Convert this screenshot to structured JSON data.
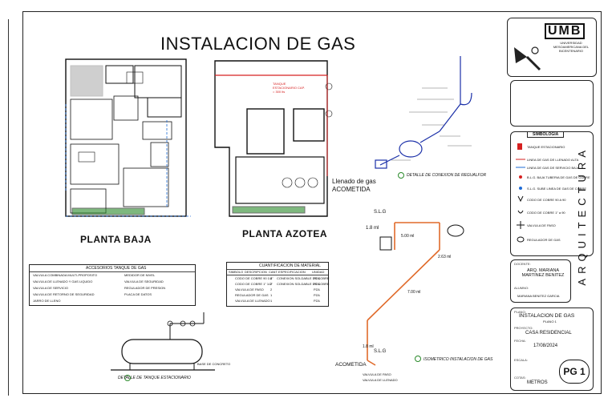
{
  "sheet": {
    "title": "INSTALACION DE GAS"
  },
  "plans": {
    "planta_baja": "PLANTA BAJA",
    "planta_azotea": "PLANTA AZOTEA",
    "tanque_note": "TANQUE ESTACIONARIO CAP. = 300 lts",
    "llenado": "Llenado de gas",
    "acometida": "ACOMETIDA"
  },
  "details": {
    "regulador_caption": "DETALLE DE CONEXION DE REGUALFOR",
    "isometrico_caption": "ISOMETRICO INSTALACION DE GAS",
    "tanque_caption": "DETALLE DE TANQUE ESTACIONARIO",
    "base_concreto": "BASE DE CONCRETO",
    "iso_labels": {
      "slg_top": "S.L.G",
      "slg_bottom": "S.L.G",
      "d1": "1.8 ml",
      "d2": "5.00 ml",
      "d3": "2.63 ml",
      "d4": "7.00 ml",
      "d5": "1.8 ml",
      "acometida": "ACOMETIDA",
      "valvula_paso": "VALVULA DE PASO",
      "valvula_llenado": "VALVULA DE LLENADO"
    }
  },
  "accessories_table": {
    "title": "ACCESORIOS TANQUE DE GAS",
    "left": [
      "VALVULA COMBINADA MULTI-PROPOSITO",
      "VALVULA DE LLENADO Y GAS LIQUIDO",
      "VALVULA DE SERVICIO",
      "VALVULA DE RETORNO DE SEGURIDAD",
      "JARRO DE LLENO"
    ],
    "right": [
      "MEDIDOR DE NIVEL",
      "VALVULA DE SEGURIDAD",
      "REGULADOR DE PRESION",
      "PLACA DE DATOS"
    ]
  },
  "materials_table": {
    "title": "CUANTIFICACION DE MATERIAL",
    "headers": [
      "SIMBOLO",
      "DESCRIPCION",
      "CANT.",
      "ESPECIFICACION",
      "UNIDAD"
    ],
    "rows": [
      [
        "",
        "CODO DE COBRE 90 1/2\"",
        "4",
        "CONEXION SOLDABLE DE COBRE",
        "PZA"
      ],
      [
        "",
        "CODO DE COBRE 1\" 1/2\"",
        "2",
        "CONEXION SOLDABLE DE COBRE",
        "PZA"
      ],
      [
        "",
        "VALVULA DE PASO",
        "2",
        "",
        "PZA"
      ],
      [
        "",
        "REGULADOR DE GAS",
        "1",
        "",
        "PZA"
      ],
      [
        "",
        "VALVULA DE LLENADO",
        "1",
        "",
        "PZA"
      ]
    ]
  },
  "sidebar": {
    "university": "UNIVERSIDAD MESOAMERICANA DEL BICENTENARIO",
    "logo_text": "UMB",
    "simbologia_title": "SIMBOLOGIA",
    "simbologia": [
      "TANQUE ESTACIONARIO",
      "LINEA DE GAS DE LLENADO ALTA",
      "LINEA DE GAS DE SERVICIO BAJA",
      "B.L.G. BAJA TUBERIA DE GAS DE COBRE",
      "S.L.G. SUBE LINEA DE GAS DE COBRE",
      "CODO DE COBRE 90 A 90",
      "CODO DE COBRE 1\" a 90",
      "VALVULA DE PASO",
      "REGULADOR DE GAS"
    ],
    "vertical_label": "ARQUITECTURA",
    "docente_label": "DOCENTE:",
    "docente": "ARQ. MARIANA MARTINEZ BENITEZ",
    "alumno_label": "ALUMNO:",
    "alumno": "MARIANA BENITEZ GARCIA",
    "plano_label": "PLANO:",
    "plano": "INSTALACION DE GAS",
    "plano_sub": "PLANO 1",
    "proyecto_label": "PROYECTO:",
    "proyecto": "CASA RESIDENCIAL",
    "fecha_label": "FECHA:",
    "fecha": "17/08/2024",
    "escala_label": "ESCALA:",
    "cotas_label": "COTAS:",
    "cotas": "METROS",
    "pg": "PG 1"
  }
}
